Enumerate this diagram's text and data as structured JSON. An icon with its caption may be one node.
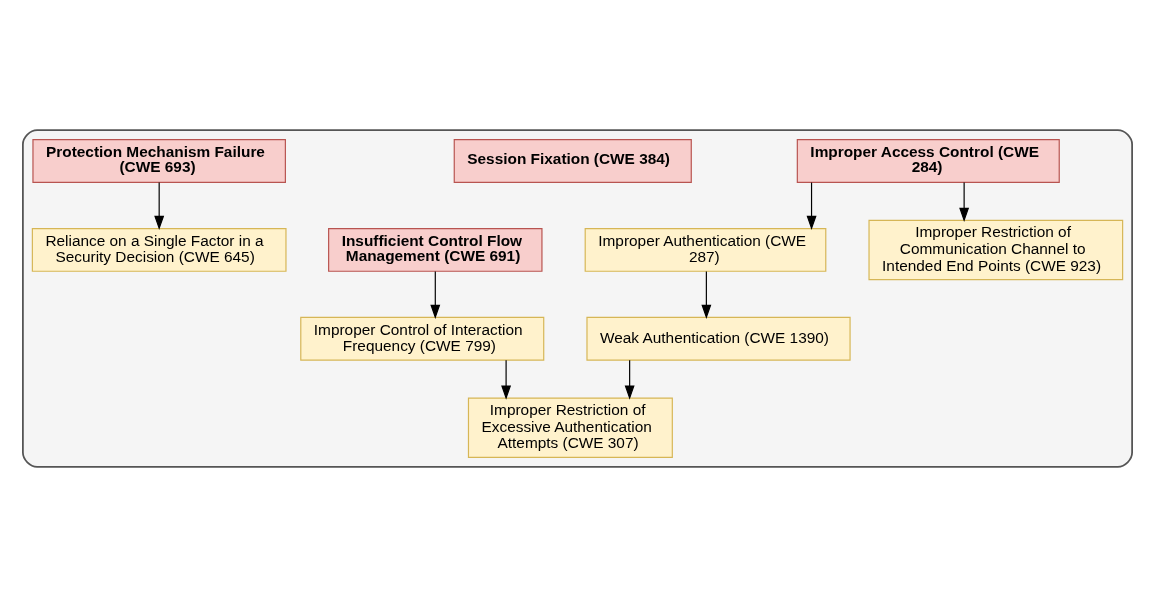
{
  "diagram": {
    "nodes": [
      {
        "text": [],
        "shape": "box"
      },
      {
        "text": [
          "Improper Access Control (CWE 284)"
        ],
        "in": 0
      },
      {
        "text": [
          "Insufficient Control Flow Management (CWE 691)"
        ],
        "in": 0
      },
      {
        "text": [
          "Improper Authentication (CWE 287)"
        ],
        "in": 0
      },
      {
        "text": [
          "Improper Control of Interaction Frequency (CWE 799)"
        ],
        "in": 0
      },
      {
        "text": [
          "Weak Authentication (CWE 1390)"
        ],
        "in": 0
      },
      {
        "text": [
          "Improper Restriction of Excessive Authentication Attempts (CWE 307)"
        ],
        "in": 0
      },
      {
        "text": [
          "Improper Restriction of Communication Channel to Intended End Points (CWE 923)"
        ],
        "in": 0
      },
      {
        "text": [
          "Session Fixation (CWE 384)"
        ],
        "in": 0
      },
      {
        "text": [
          "Protection Mechanism Failure (CWE 693)"
        ],
        "in": 0
      },
      {
        "text": [
          "Reliance on a Single Factor in a Security Decision (CWE 645)"
        ],
        "in": 0
      }
    ],
    "edges": [
      {
        "from": 1,
        "to": 3,
        "arrow": "to"
      },
      {
        "from": 1,
        "to": 7,
        "arrow": "to"
      },
      {
        "from": 3,
        "to": 5,
        "arrow": "to"
      },
      {
        "from": 5,
        "to": 6,
        "arrow": "to"
      },
      {
        "from": 2,
        "to": 4,
        "arrow": "to"
      },
      {
        "from": 4,
        "to": 6,
        "arrow": "to"
      },
      {
        "from": 9,
        "to": 10,
        "arrow": "to"
      }
    ]
  }
}
